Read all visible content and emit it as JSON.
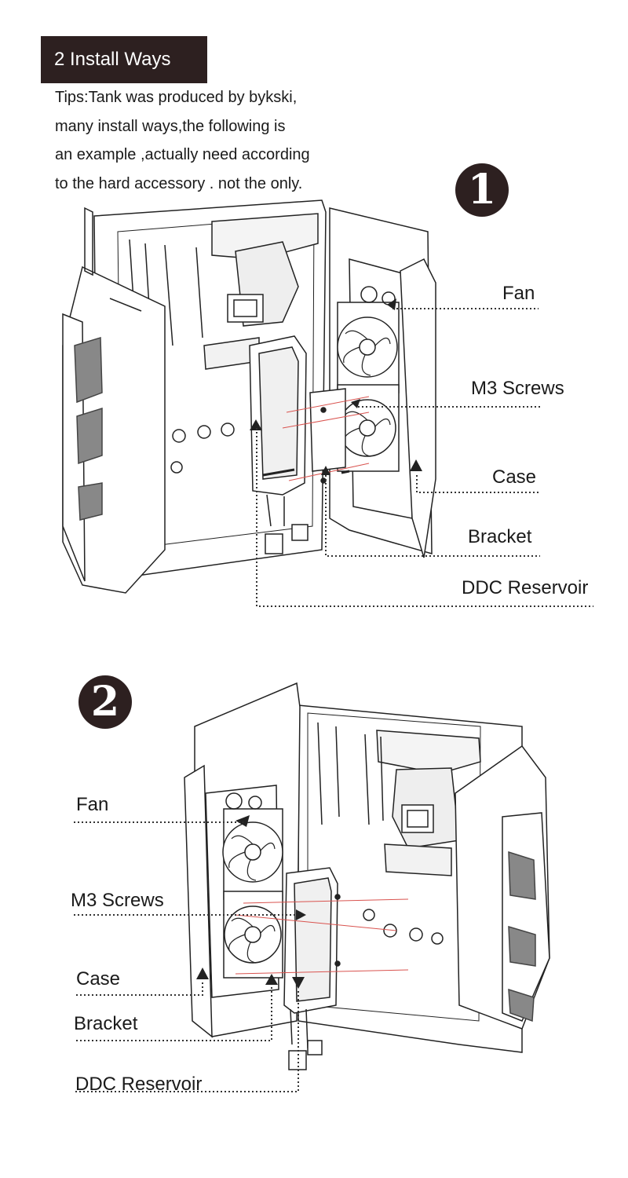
{
  "header": {
    "title": "2 Install Ways"
  },
  "tips": [
    "Tips:Tank was produced by bykski,",
    "many install ways,the following is",
    "an example ,actually need according",
    "to the hard accessory . not the only."
  ],
  "example1": {
    "number": "1",
    "labels": {
      "fan": "Fan",
      "m3_screws": "M3 Screws",
      "case": "Case",
      "bracket": "Bracket",
      "ddc_reservoir": "DDC Reservoir"
    }
  },
  "example2": {
    "number": "2",
    "labels": {
      "fan": "Fan",
      "m3_screws": "M3 Screws",
      "case": "Case",
      "bracket": "Bracket",
      "ddc_reservoir": "DDC Reservoir"
    }
  },
  "colors": {
    "badge": "#2d2020",
    "header_bg": "#2d2020",
    "leader_line": "#333333",
    "screw_line": "#d9534f"
  }
}
